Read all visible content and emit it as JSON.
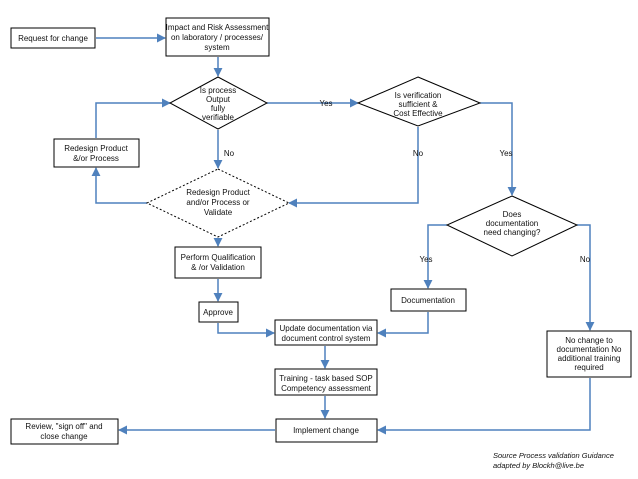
{
  "colors": {
    "arrow": "#4f81bd",
    "box_border": "#000000",
    "background": "#ffffff"
  },
  "nodes": {
    "request": [
      "Request for change"
    ],
    "impact": [
      "Impact and Risk Assessment",
      "on laboratory / processes/",
      "system"
    ],
    "process_verifiable": [
      "Is process",
      "Output",
      "fully",
      "verifiable"
    ],
    "verification_sufficient": [
      "Is verification",
      "sufficient &",
      "Cost Effective"
    ],
    "redesign_product_box": [
      "Redesign Product",
      "&/or Process"
    ],
    "redesign_decision": [
      "Redesign Product",
      "and/or Process or",
      "Validate"
    ],
    "doc_need_change": [
      "Does",
      "documentation",
      "need changing?"
    ],
    "qualification": [
      "Perform Qualification",
      "& /or Validation"
    ],
    "documentation": [
      "Documentation"
    ],
    "approve": [
      "Approve"
    ],
    "update_doc": [
      "Update documentation via",
      "document control system"
    ],
    "no_change": [
      "No change to",
      "documentation No",
      "additional training",
      "required"
    ],
    "training": [
      "Training - task based SOP",
      "Competency assessment"
    ],
    "implement": [
      "Implement change"
    ],
    "review": [
      "Review, \"sign off\" and",
      "close change"
    ]
  },
  "labels": {
    "yes_1": "Yes",
    "no_1": "No",
    "no_2": "No",
    "yes_2": "Yes",
    "yes_3": "Yes",
    "no_3": "No"
  },
  "source_note": [
    "Source Process validation Guidance",
    "adapted by Blockh@live.be"
  ]
}
